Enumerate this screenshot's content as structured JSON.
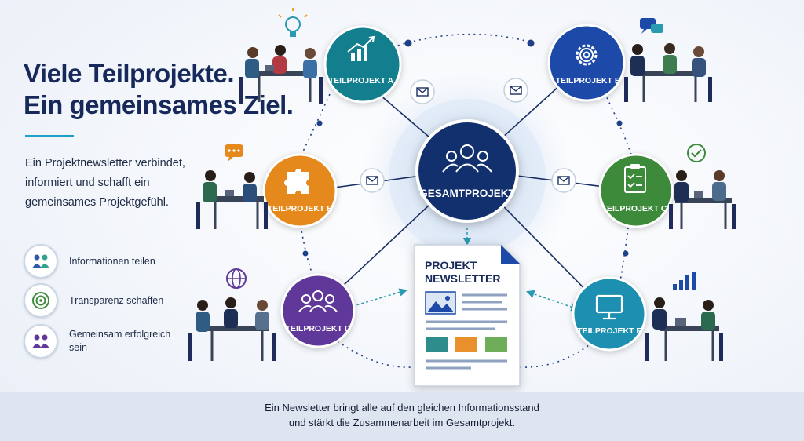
{
  "headline": {
    "line1": "Viele Teilprojekte.",
    "line2": "Ein gemeinsames Ziel."
  },
  "intro": "Ein Projektnewsletter verbindet, informiert und schafft ein gemeinsames Projektgefühl.",
  "benefits": [
    {
      "label": "Informationen teilen",
      "icon": "people-share-icon"
    },
    {
      "label": "Transparenz schaffen",
      "icon": "target-icon"
    },
    {
      "label": "Gemeinsam erfolgreich sein",
      "icon": "team-icon"
    }
  ],
  "center": {
    "label": "GESAMTPROJEKT",
    "icon": "group-icon",
    "color": "#13306e"
  },
  "subprojects": [
    {
      "id": "a",
      "label": "TEILPROJEKT A",
      "icon": "chart-growth-icon",
      "color": "#137e8e"
    },
    {
      "id": "b",
      "label": "TEILPROJEKT B",
      "icon": "gear-icon",
      "color": "#1d4aa8"
    },
    {
      "id": "c",
      "label": "TEILPROJEKT C",
      "icon": "clipboard-icon",
      "color": "#3d8a3a"
    },
    {
      "id": "d",
      "label": "TEILPROJEKT D",
      "icon": "people-icon",
      "color": "#60389a"
    },
    {
      "id": "e",
      "label": "TEILPROJEKT E",
      "icon": "puzzle-icon",
      "color": "#e5891c"
    },
    {
      "id": "f",
      "label": "TEILPROJEKT F",
      "icon": "monitor-icon",
      "color": "#1d8fb0"
    }
  ],
  "newsletter": {
    "title_line1": "PROJEKT",
    "title_line2": "NEWSLETTER",
    "block_colors": [
      "#2e8c8c",
      "#e9902d",
      "#6fae58"
    ]
  },
  "footer": {
    "line1": "Ein Newsletter bringt alle auf den gleichen Informationsstand",
    "line2": "und stärkt die Zusammenarbeit im Gesamtprojekt."
  }
}
